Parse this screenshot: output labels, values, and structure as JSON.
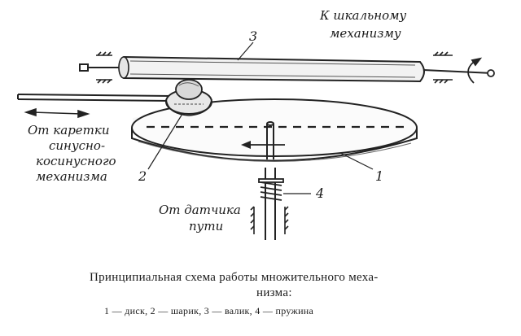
{
  "labels": {
    "scale_mechanism_line1": "К шкальному",
    "scale_mechanism_line2": "механизму",
    "carriage_line1": "От каретки",
    "carriage_line2": "синусно-",
    "carriage_line3": "косинусного",
    "carriage_line4": "механизма",
    "sensor_line1": "От датчика",
    "sensor_line2": "пути"
  },
  "parts": {
    "disk": "1",
    "ball": "2",
    "roller": "3",
    "spring": "4"
  },
  "caption": {
    "line1": "Принципиальная схема работы множительного меха-",
    "line2": "низма:",
    "legend": "1 — диск, 2 — шарик, 3 — валик, 4 — пружина"
  }
}
